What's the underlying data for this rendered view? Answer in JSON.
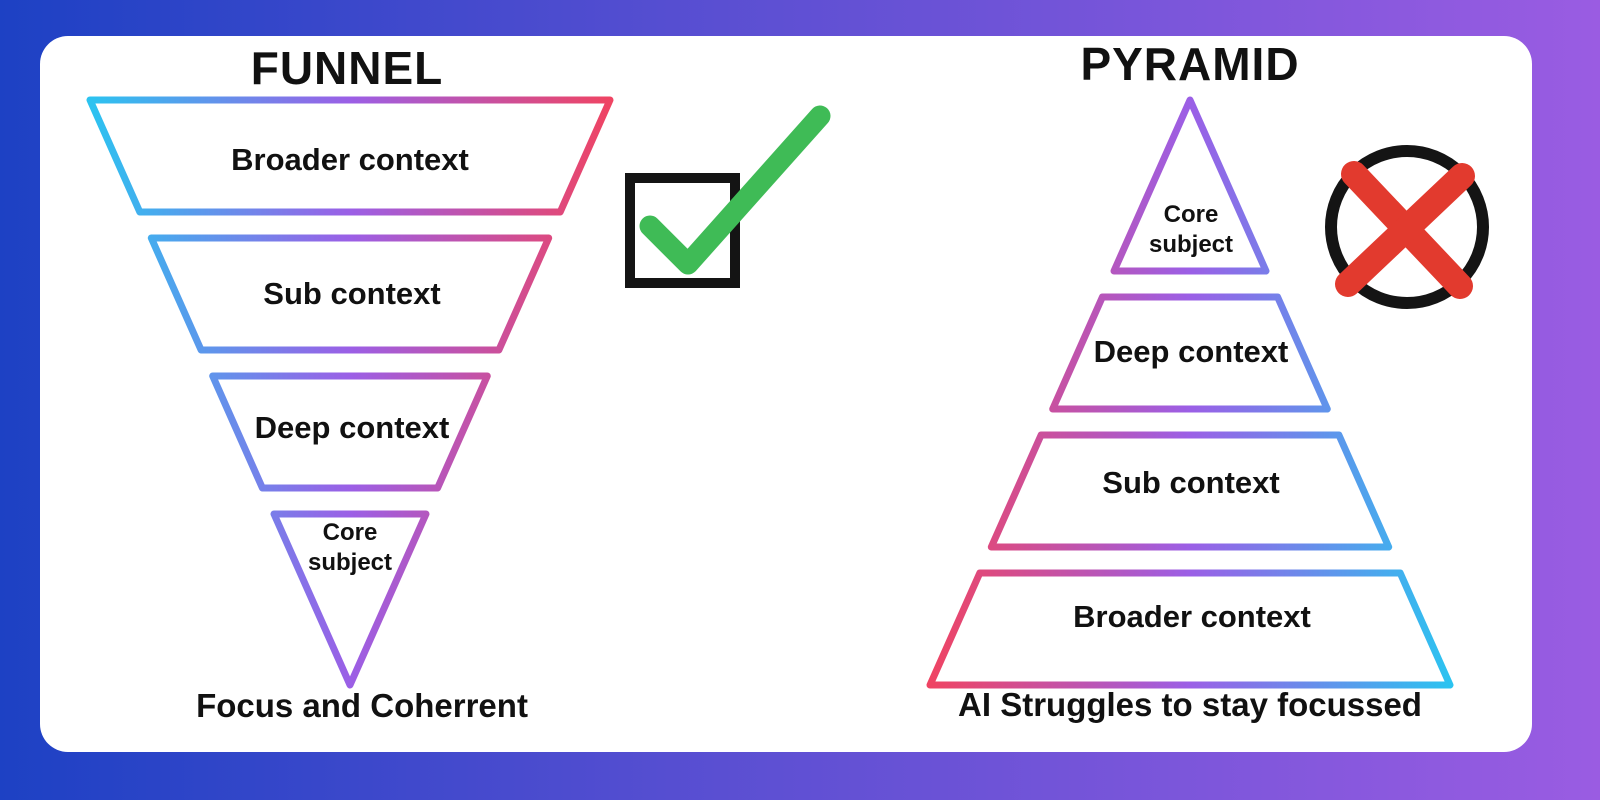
{
  "funnel": {
    "title": "FUNNEL",
    "layers": [
      "Broader context",
      "Sub context",
      "Deep context",
      "Core subject"
    ],
    "caption": "Focus and Coherrent",
    "verdict": "approved"
  },
  "pyramid": {
    "title": "PYRAMID",
    "layers": [
      "Core subject",
      "Deep context",
      "Sub context",
      "Broader context"
    ],
    "caption": "AI Struggles to stay focussed",
    "verdict": "rejected"
  },
  "colors": {
    "background_left": "#1d41c4",
    "background_right": "#9a5ce2",
    "card_background": "#ffffff",
    "grad": [
      "#2cc3f0",
      "#9b5fe6",
      "#ef4463"
    ],
    "check_green": "#3fbb56",
    "cross_red": "#e23a2e",
    "icon_black": "#141414",
    "text": "#111111"
  }
}
